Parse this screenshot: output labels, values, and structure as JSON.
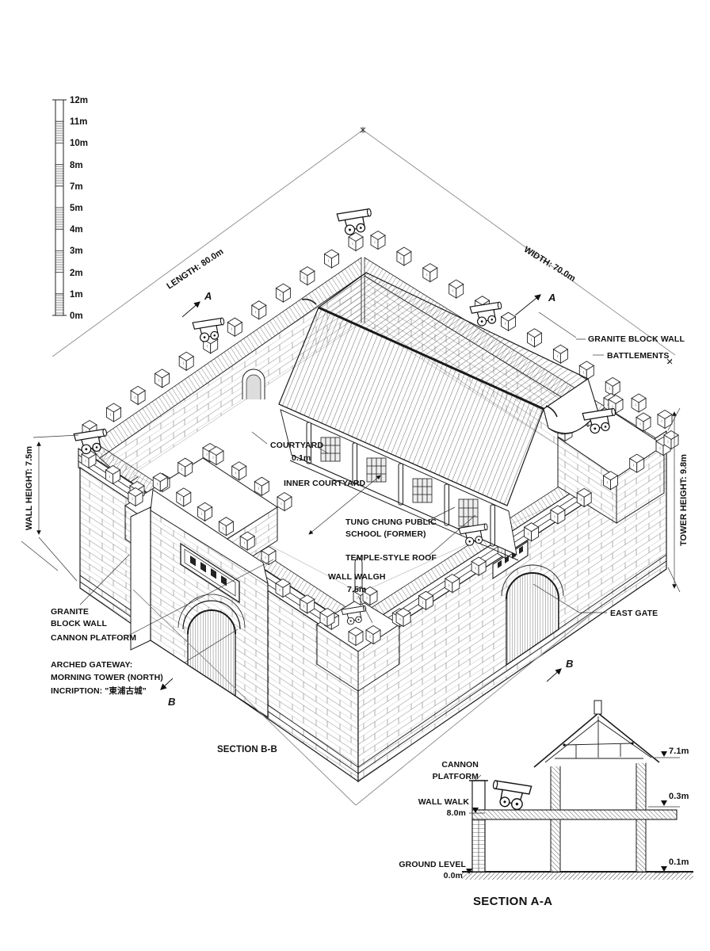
{
  "scale_bar": {
    "labels": [
      "12m",
      "11m",
      "10m",
      "8m",
      "7m",
      "5m",
      "4m",
      "3m",
      "2m",
      "1m",
      "0m"
    ]
  },
  "dimensions": {
    "length": "LENGTH: 80.0m",
    "width": "WIDTH: 70.0m",
    "wall_height": "WALL HEIGHT: 7.5m",
    "tower_height": "TOWER HEIGHT: 9.8m"
  },
  "annotations": {
    "granite_block_wall": "GRANITE BLOCK WALL",
    "battlements": "BATTLEMENTS",
    "courtyard": "COURTYARD",
    "courtyard_value": "0.1m",
    "inner_courtyard": "INNER COURTYARD",
    "school_line1": "TUNG CHUNG PUBLIC",
    "school_line2": "SCHOOL (FORMER)",
    "temple_roof": "TEMPLE-STYLE ROOF",
    "wall_walk": "WALL WALGH",
    "wall_walk_value": "7.5m",
    "east_gate": "EAST GATE",
    "granite_line1": "GRANITE",
    "granite_line2": "BLOCK WALL",
    "cannon_platform": "CANNON PLATFORM",
    "gateway_line1": "ARCHED GATEWAY:",
    "gateway_line2": "MORNING TOWER (NORTH)",
    "gateway_line3": "INCRIPTION: \"東浦古城\"",
    "section_bb": "SECTION B-B",
    "marker_a": "A",
    "marker_b": "B"
  },
  "section_aa": {
    "title": "SECTION A-A",
    "cannon_platform_line1": "CANNON",
    "cannon_platform_line2": "PLATFORM",
    "wall_walk": "WALL WALK",
    "wall_walk_value": "8.0m",
    "ground_level": "GROUND LEVEL",
    "ground_level_value": "0.0m",
    "level_roof": "7.1m",
    "level_walk": "0.3m",
    "level_ground": "0.1m"
  },
  "colors": {
    "line": "#1a1a1a",
    "dimension": "#8a8a8a",
    "background": "#ffffff"
  }
}
